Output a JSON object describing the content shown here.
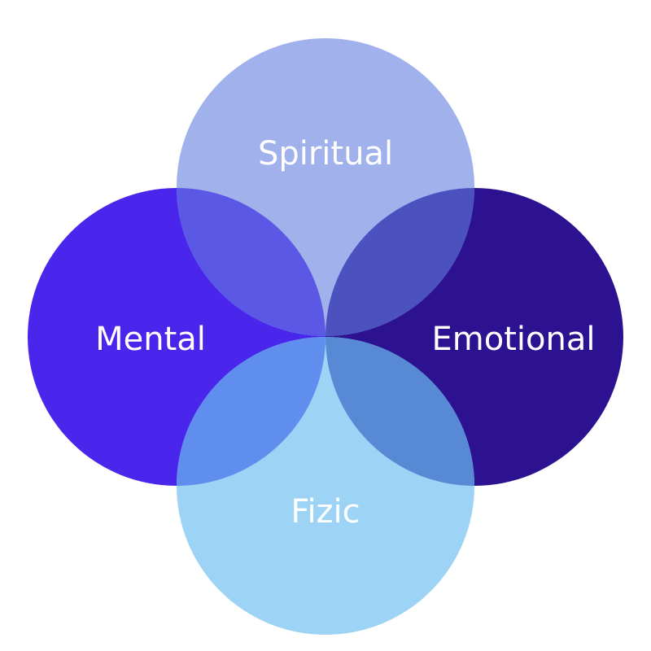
{
  "diagram": {
    "type": "four-circle-venn",
    "circles": [
      {
        "id": "spiritual",
        "label": "Spiritual",
        "color": "#A1B1EC",
        "position": "top"
      },
      {
        "id": "mental",
        "label": "Mental",
        "color": "#4A25EC",
        "position": "left"
      },
      {
        "id": "emotional",
        "label": "Emotional",
        "color": "#2C1290",
        "position": "right"
      },
      {
        "id": "fizic",
        "label": "Fizic",
        "color": "#9DD4F6",
        "position": "bottom"
      }
    ],
    "overlaps": {
      "spiritual_mental": "#5A58E5",
      "spiritual_emotional": "#4B51BE",
      "fizic_mental": "#608EEE",
      "fizic_emotional": "#5889D4"
    },
    "text_color": "#FFFFFF"
  }
}
